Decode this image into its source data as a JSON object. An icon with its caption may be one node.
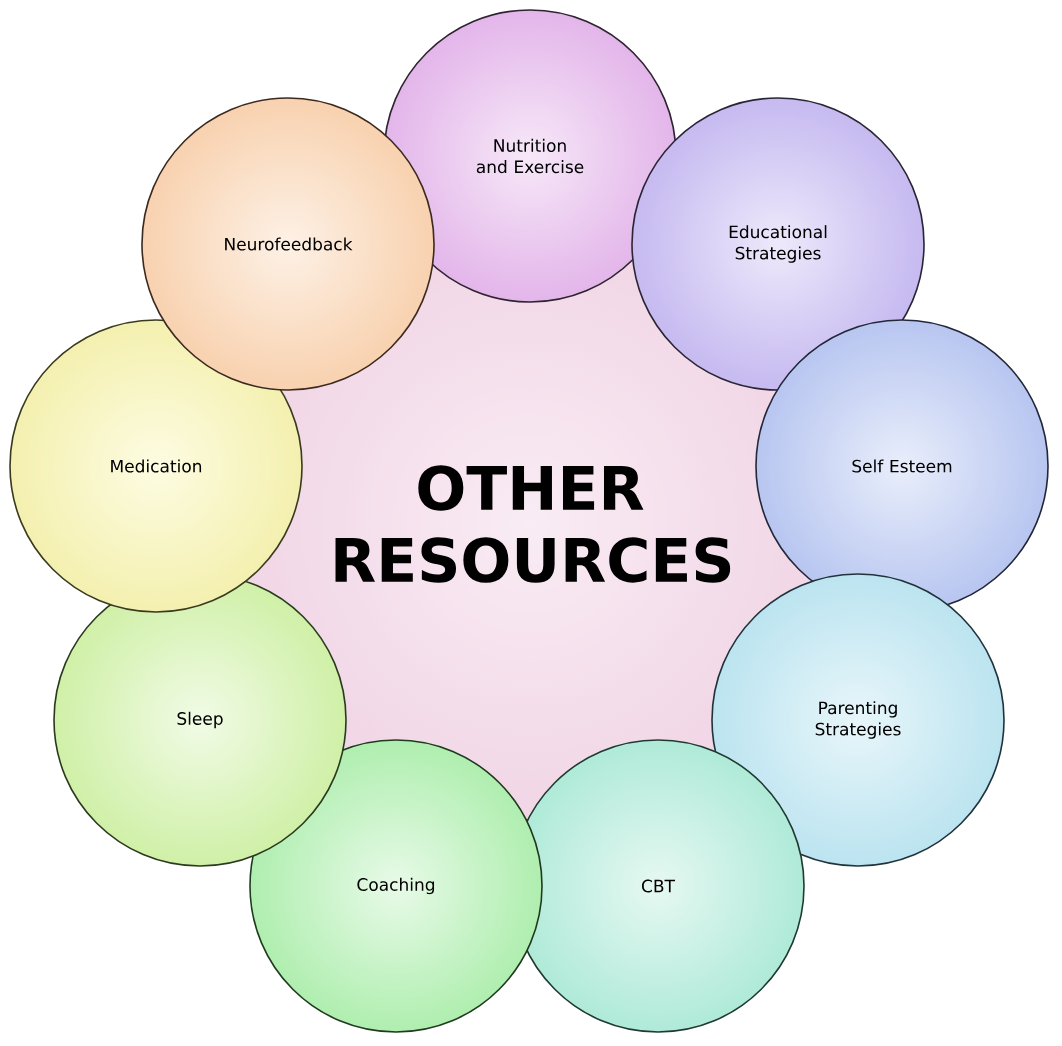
{
  "diagram": {
    "nodes": [
      {
        "text": [
          "OTHER RESOURCES"
        ]
      },
      {
        "text": [
          "Nutrition and Exercise"
        ]
      },
      {
        "text": [
          "Educational Strategies"
        ]
      },
      {
        "text": [
          "Self Esteem"
        ]
      },
      {
        "text": [
          "Parenting Strategies"
        ]
      },
      {
        "text": [
          "CBT"
        ]
      },
      {
        "text": [
          "Coaching"
        ]
      },
      {
        "text": [
          "Sleep"
        ]
      },
      {
        "text": [
          "Medication"
        ]
      },
      {
        "text": [
          "Neurofeedback"
        ]
      }
    ]
  }
}
